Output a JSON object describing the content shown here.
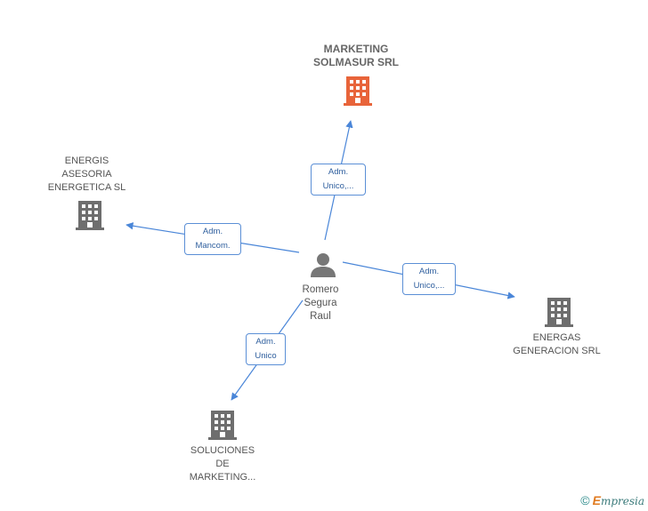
{
  "nodes": {
    "center": {
      "lines": [
        "Romero",
        "Segura",
        "Raul"
      ]
    },
    "marketing_solmasur": {
      "lines": [
        "MARKETING",
        "SOLMASUR SRL"
      ],
      "color": "#e8643a"
    },
    "energis": {
      "lines": [
        "ENERGIS",
        "ASESORIA",
        "ENERGETICA SL"
      ],
      "color": "#6e6e6e"
    },
    "energas": {
      "lines": [
        "ENERGAS",
        "GENERACION SRL"
      ],
      "color": "#6e6e6e"
    },
    "soluciones": {
      "lines": [
        "SOLUCIONES",
        "DE",
        "MARKETING..."
      ],
      "color": "#6e6e6e"
    }
  },
  "edges": {
    "to_marketing": {
      "lines": [
        "Adm.",
        "Unico,..."
      ]
    },
    "to_energis": {
      "lines": [
        "Adm.",
        "Mancom."
      ]
    },
    "to_energas": {
      "lines": [
        "Adm.",
        "Unico,..."
      ]
    },
    "to_soluciones": {
      "lines": [
        "Adm.",
        "Unico"
      ]
    }
  },
  "colors": {
    "edge": "#4a86d8",
    "person": "#777777"
  },
  "footer": {
    "symbol": "©",
    "brand_initial": "E",
    "brand_rest": "mpresia"
  }
}
